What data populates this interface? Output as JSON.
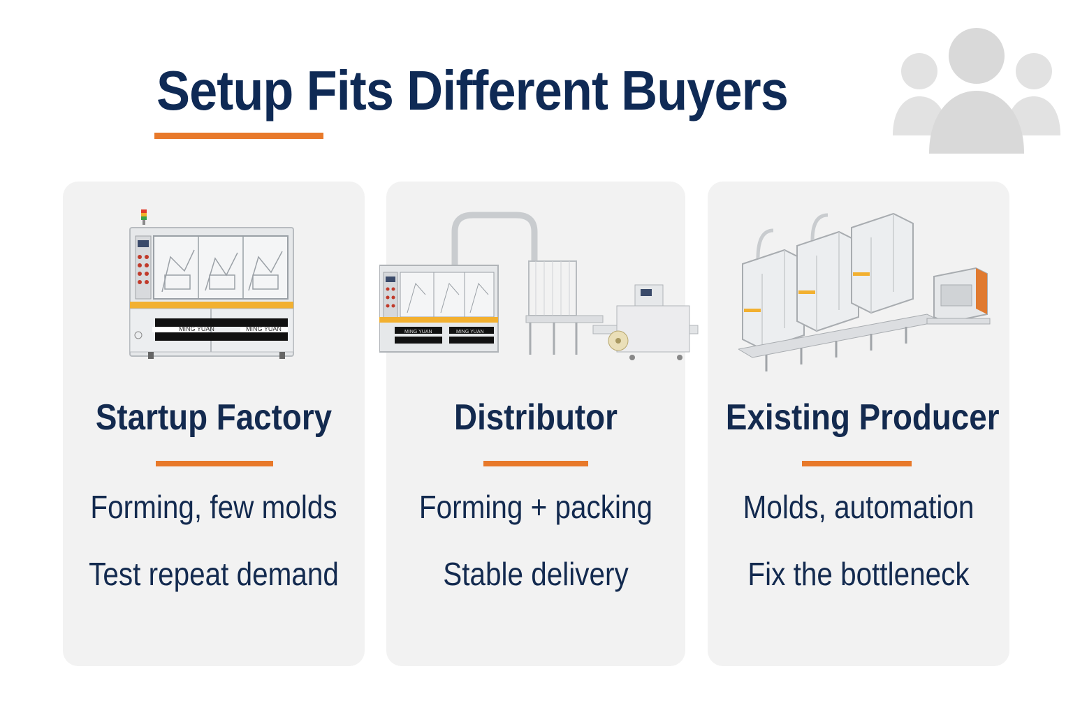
{
  "header": {
    "title": "Setup Fits Different Buyers",
    "icon": "users-group-icon"
  },
  "colors": {
    "title": "#0f2a55",
    "accent": "#e8792a",
    "card_bg": "#f2f2f2",
    "icon_gray": "#e0e0e0"
  },
  "cards": [
    {
      "title": "Startup Factory",
      "lines": [
        "Forming, few molds",
        "Test repeat demand"
      ],
      "image": "single-cup-forming-machine",
      "brand_labels": [
        "MING YUAN",
        "MING YUAN"
      ]
    },
    {
      "title": "Distributor",
      "lines": [
        "Forming + packing",
        "Stable delivery"
      ],
      "image": "forming-and-packing-line",
      "brand_labels": [
        "MING YUAN",
        "MING YUAN"
      ]
    },
    {
      "title": "Existing Producer",
      "lines": [
        "Molds, automation",
        "Fix the bottleneck"
      ],
      "image": "multi-machine-automated-line"
    }
  ]
}
